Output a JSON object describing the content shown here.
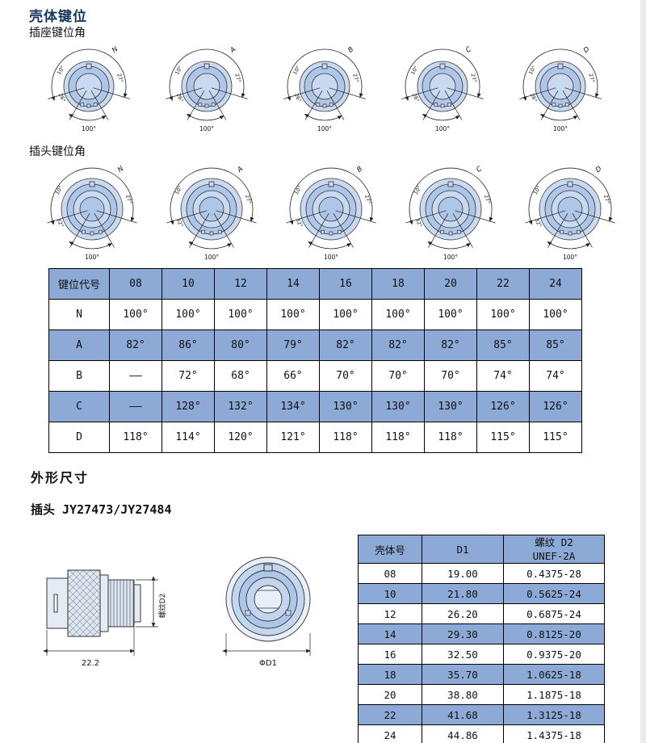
{
  "page": {
    "title": "壳体键位",
    "socket_section_label": "插座键位角",
    "plug_section_label": "插头键位角",
    "outline_title": "外形尺寸",
    "plug_models_title": "插头 JY27473/JY27484"
  },
  "diagrams": {
    "socket": {
      "letters": [
        "N",
        "A",
        "B",
        "C",
        "D"
      ],
      "bottom_angle": "100°",
      "side_labels": [
        "10°",
        "26°",
        "27°"
      ]
    },
    "plug": {
      "letters": [
        "N",
        "A",
        "B",
        "C",
        "D"
      ],
      "bottom_angle": "100°",
      "side_labels": [
        "10°",
        "32°",
        "27°"
      ]
    }
  },
  "angle_table": {
    "headers": [
      "键位代号",
      "08",
      "10",
      "12",
      "14",
      "16",
      "18",
      "20",
      "22",
      "24"
    ],
    "rows": [
      {
        "code": "N",
        "values": [
          "100°",
          "100°",
          "100°",
          "100°",
          "100°",
          "100°",
          "100°",
          "100°",
          "100°"
        ]
      },
      {
        "code": "A",
        "values": [
          "82°",
          "86°",
          "80°",
          "79°",
          "82°",
          "82°",
          "82°",
          "85°",
          "85°"
        ]
      },
      {
        "code": "B",
        "values": [
          "——",
          "72°",
          "68°",
          "66°",
          "70°",
          "70°",
          "70°",
          "74°",
          "74°"
        ]
      },
      {
        "code": "C",
        "values": [
          "——",
          "128°",
          "132°",
          "134°",
          "130°",
          "130°",
          "130°",
          "126°",
          "126°"
        ]
      },
      {
        "code": "D",
        "values": [
          "118°",
          "114°",
          "120°",
          "121°",
          "118°",
          "118°",
          "118°",
          "115°",
          "115°"
        ]
      }
    ]
  },
  "dim_table": {
    "col_headers": [
      "壳体号",
      "D1"
    ],
    "thread_header": {
      "line1": "螺纹 D2",
      "line2": "UNEF-2A"
    },
    "rows": [
      [
        "08",
        "19.00",
        "0.4375-28"
      ],
      [
        "10",
        "21.80",
        "0.5625-24"
      ],
      [
        "12",
        "26.20",
        "0.6875-24"
      ],
      [
        "14",
        "29.30",
        "0.8125-20"
      ],
      [
        "16",
        "32.50",
        "0.9375-20"
      ],
      [
        "18",
        "35.70",
        "1.0625-18"
      ],
      [
        "20",
        "38.80",
        "1.1875-18"
      ],
      [
        "22",
        "41.68",
        "1.3125-18"
      ],
      [
        "24",
        "44.86",
        "1.4375-18"
      ]
    ]
  },
  "drawings": {
    "width_dim": "22.2",
    "thread_label": "螺纹D2",
    "diameter_label": "ΦD1"
  },
  "colors": {
    "header_blue": "#8da9d6",
    "stripe_blue": "#8da9d6",
    "ring_light": "#c9daf0",
    "ring_mid": "#aec6e8",
    "title_navy": "#17375d"
  }
}
